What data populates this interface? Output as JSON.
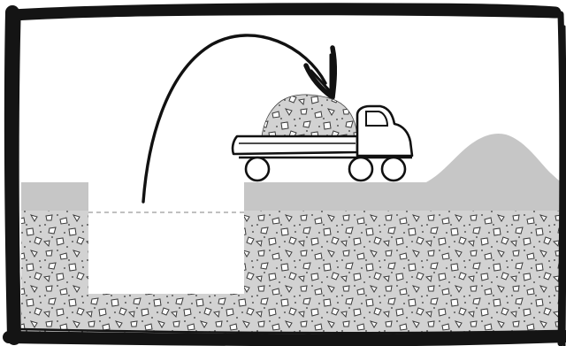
{
  "illustration": {
    "subject": "dump-truck-hauling-excavated-soil",
    "icons": [
      "frame-border",
      "ground-surface",
      "soil-layer",
      "excavation-pit",
      "arrow-icon",
      "dump-truck-icon",
      "soil-load",
      "soil-pile"
    ]
  },
  "colors": {
    "ink": "#1a1a1a",
    "ground": "#c6c6c6",
    "soil_fill": "#d2d2d2",
    "soil_chips": "#4a4a4a",
    "paper": "#ffffff"
  }
}
